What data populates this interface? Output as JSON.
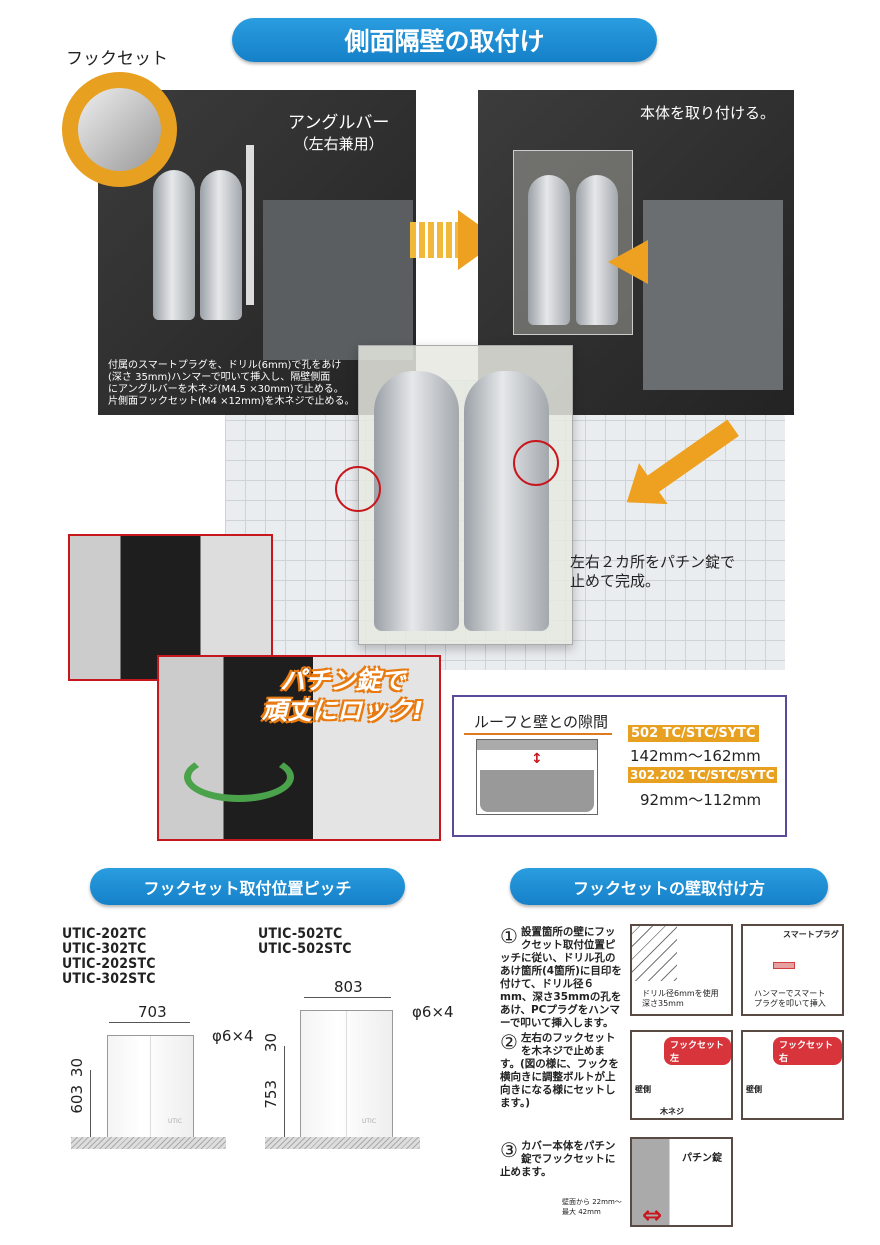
{
  "title": "側面隔壁の取付け",
  "hook_set_label": "フックセット",
  "angle_bar": {
    "label": "アングルバー",
    "sub": "（左右兼用）"
  },
  "panel1_caption": [
    "付属のスマートプラグを、ドリル(6mm)で孔をあけ",
    "(深さ 35mm)ハンマーで叩いて挿入し、隔壁側面",
    "にアングルバーを木ネジ(M4.5 ×30mm)で止める。",
    "片側面フックセット(M4 ×12mm)を木ネジで止める。"
  ],
  "panel2_caption": "本体を取り付ける。",
  "complete_caption": [
    "左右２カ所をパチン錠で",
    "止めて完成。"
  ],
  "lock_slogan": [
    "パチン錠で",
    "頑丈にロック!"
  ],
  "gap_box": {
    "title": "ルーフと壁との隙間",
    "rows": [
      {
        "model": "502 TC/STC/SYTC",
        "range": "142mm〜162mm"
      },
      {
        "model": "302.202 TC/STC/SYTC",
        "range": "92mm〜112mm"
      }
    ]
  },
  "pitch_section": {
    "title": "フックセット取付位置ピッチ",
    "left": {
      "models": [
        "UTIC-202TC",
        "UTIC-302TC",
        "UTIC-202STC",
        "UTIC-302STC"
      ],
      "width": "703",
      "offset": "30",
      "height": "603",
      "hole": "φ6×4",
      "brand": "UTIC"
    },
    "right": {
      "models": [
        "UTIC-502TC",
        "UTIC-502STC"
      ],
      "width": "803",
      "offset": "30",
      "height": "753",
      "hole": "φ6×4",
      "brand": "UTIC"
    }
  },
  "wall_section": {
    "title": "フックセットの壁取付け方",
    "step1": {
      "num": "①",
      "text": "設置箇所の壁にフックセット取付位置ピッチに従い、ドリル孔のあけ箇所(4箇所)に目印を付けて、ドリル径６mm、深さ35mmの孔をあけ、PCプラグをハンマーで叩いて挿入します。",
      "fig1_caption": [
        "ドリル径6mmを使用",
        "深さ35mm"
      ],
      "fig2_label": "スマートプラグ",
      "fig2_caption": [
        "ハンマーでスマート",
        "プラグを叩いて挿入"
      ]
    },
    "step2": {
      "num": "②",
      "text": "左右のフックセットを木ネジで止めます。(図の様に、フックを横向きに調整ボルトが上向きになる様にセットします。)",
      "fig1_tag": "フックセット左",
      "fig2_tag": "フックセット右",
      "wall_side": "壁側",
      "screw": "木ネジ"
    },
    "step3": {
      "num": "③",
      "text": "カバー本体をパチン錠でフックセットに止めます。",
      "note": [
        "壁面から 22mm〜",
        "最大 42mm"
      ],
      "fig_label": "パチン錠"
    }
  },
  "colors": {
    "pill_blue": "#1a8ad4",
    "accent_orange": "#e8a020",
    "red": "#c8161d",
    "purple": "#5b4a9a"
  }
}
